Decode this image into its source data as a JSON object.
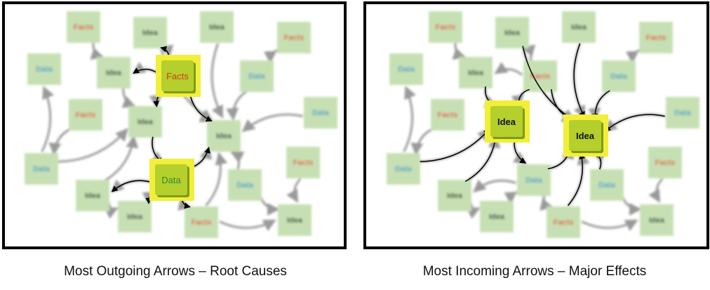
{
  "colors": {
    "node_fill": "#c6e0b4",
    "highlight_fill": "#b5cf2c",
    "highlight_glow": "#f2ef3a",
    "facts_text": "#e0502a",
    "data_text": "#3aa0c8",
    "idea_text": "#222222",
    "data_highlight_text": "#2e8b2e",
    "edge": "#9a9a9a"
  },
  "panels": [
    {
      "caption": "Most Outgoing Arrows – Root Causes",
      "nodes": [
        {
          "label": "Facts"
        },
        {
          "label": "Idea"
        },
        {
          "label": "Idea"
        },
        {
          "label": "Facts"
        },
        {
          "label": "Data"
        },
        {
          "label": "Idea"
        },
        {
          "label": "Facts",
          "highlight": true
        },
        {
          "label": "Data"
        },
        {
          "label": "Facts"
        },
        {
          "label": "Idea"
        },
        {
          "label": "Data"
        },
        {
          "label": "Idea"
        },
        {
          "label": "Data"
        },
        {
          "label": "Data",
          "highlight": true
        },
        {
          "label": "Facts"
        },
        {
          "label": "Idea"
        },
        {
          "label": "Data"
        },
        {
          "label": "Idea"
        },
        {
          "label": "Facts"
        },
        {
          "label": "Idea"
        }
      ]
    },
    {
      "caption": "Most Incoming Arrows – Major Effects",
      "nodes": [
        {
          "label": "Facts"
        },
        {
          "label": "Idea"
        },
        {
          "label": "Idea"
        },
        {
          "label": "Facts"
        },
        {
          "label": "Data"
        },
        {
          "label": "Idea"
        },
        {
          "label": "Facts"
        },
        {
          "label": "Data"
        },
        {
          "label": "Facts"
        },
        {
          "label": "Idea",
          "highlight": true
        },
        {
          "label": "Data"
        },
        {
          "label": "Idea",
          "highlight": true
        },
        {
          "label": "Data"
        },
        {
          "label": "Data"
        },
        {
          "label": "Facts"
        },
        {
          "label": "Idea"
        },
        {
          "label": "Data"
        },
        {
          "label": "Idea"
        },
        {
          "label": "Facts"
        },
        {
          "label": "Idea"
        }
      ]
    }
  ]
}
